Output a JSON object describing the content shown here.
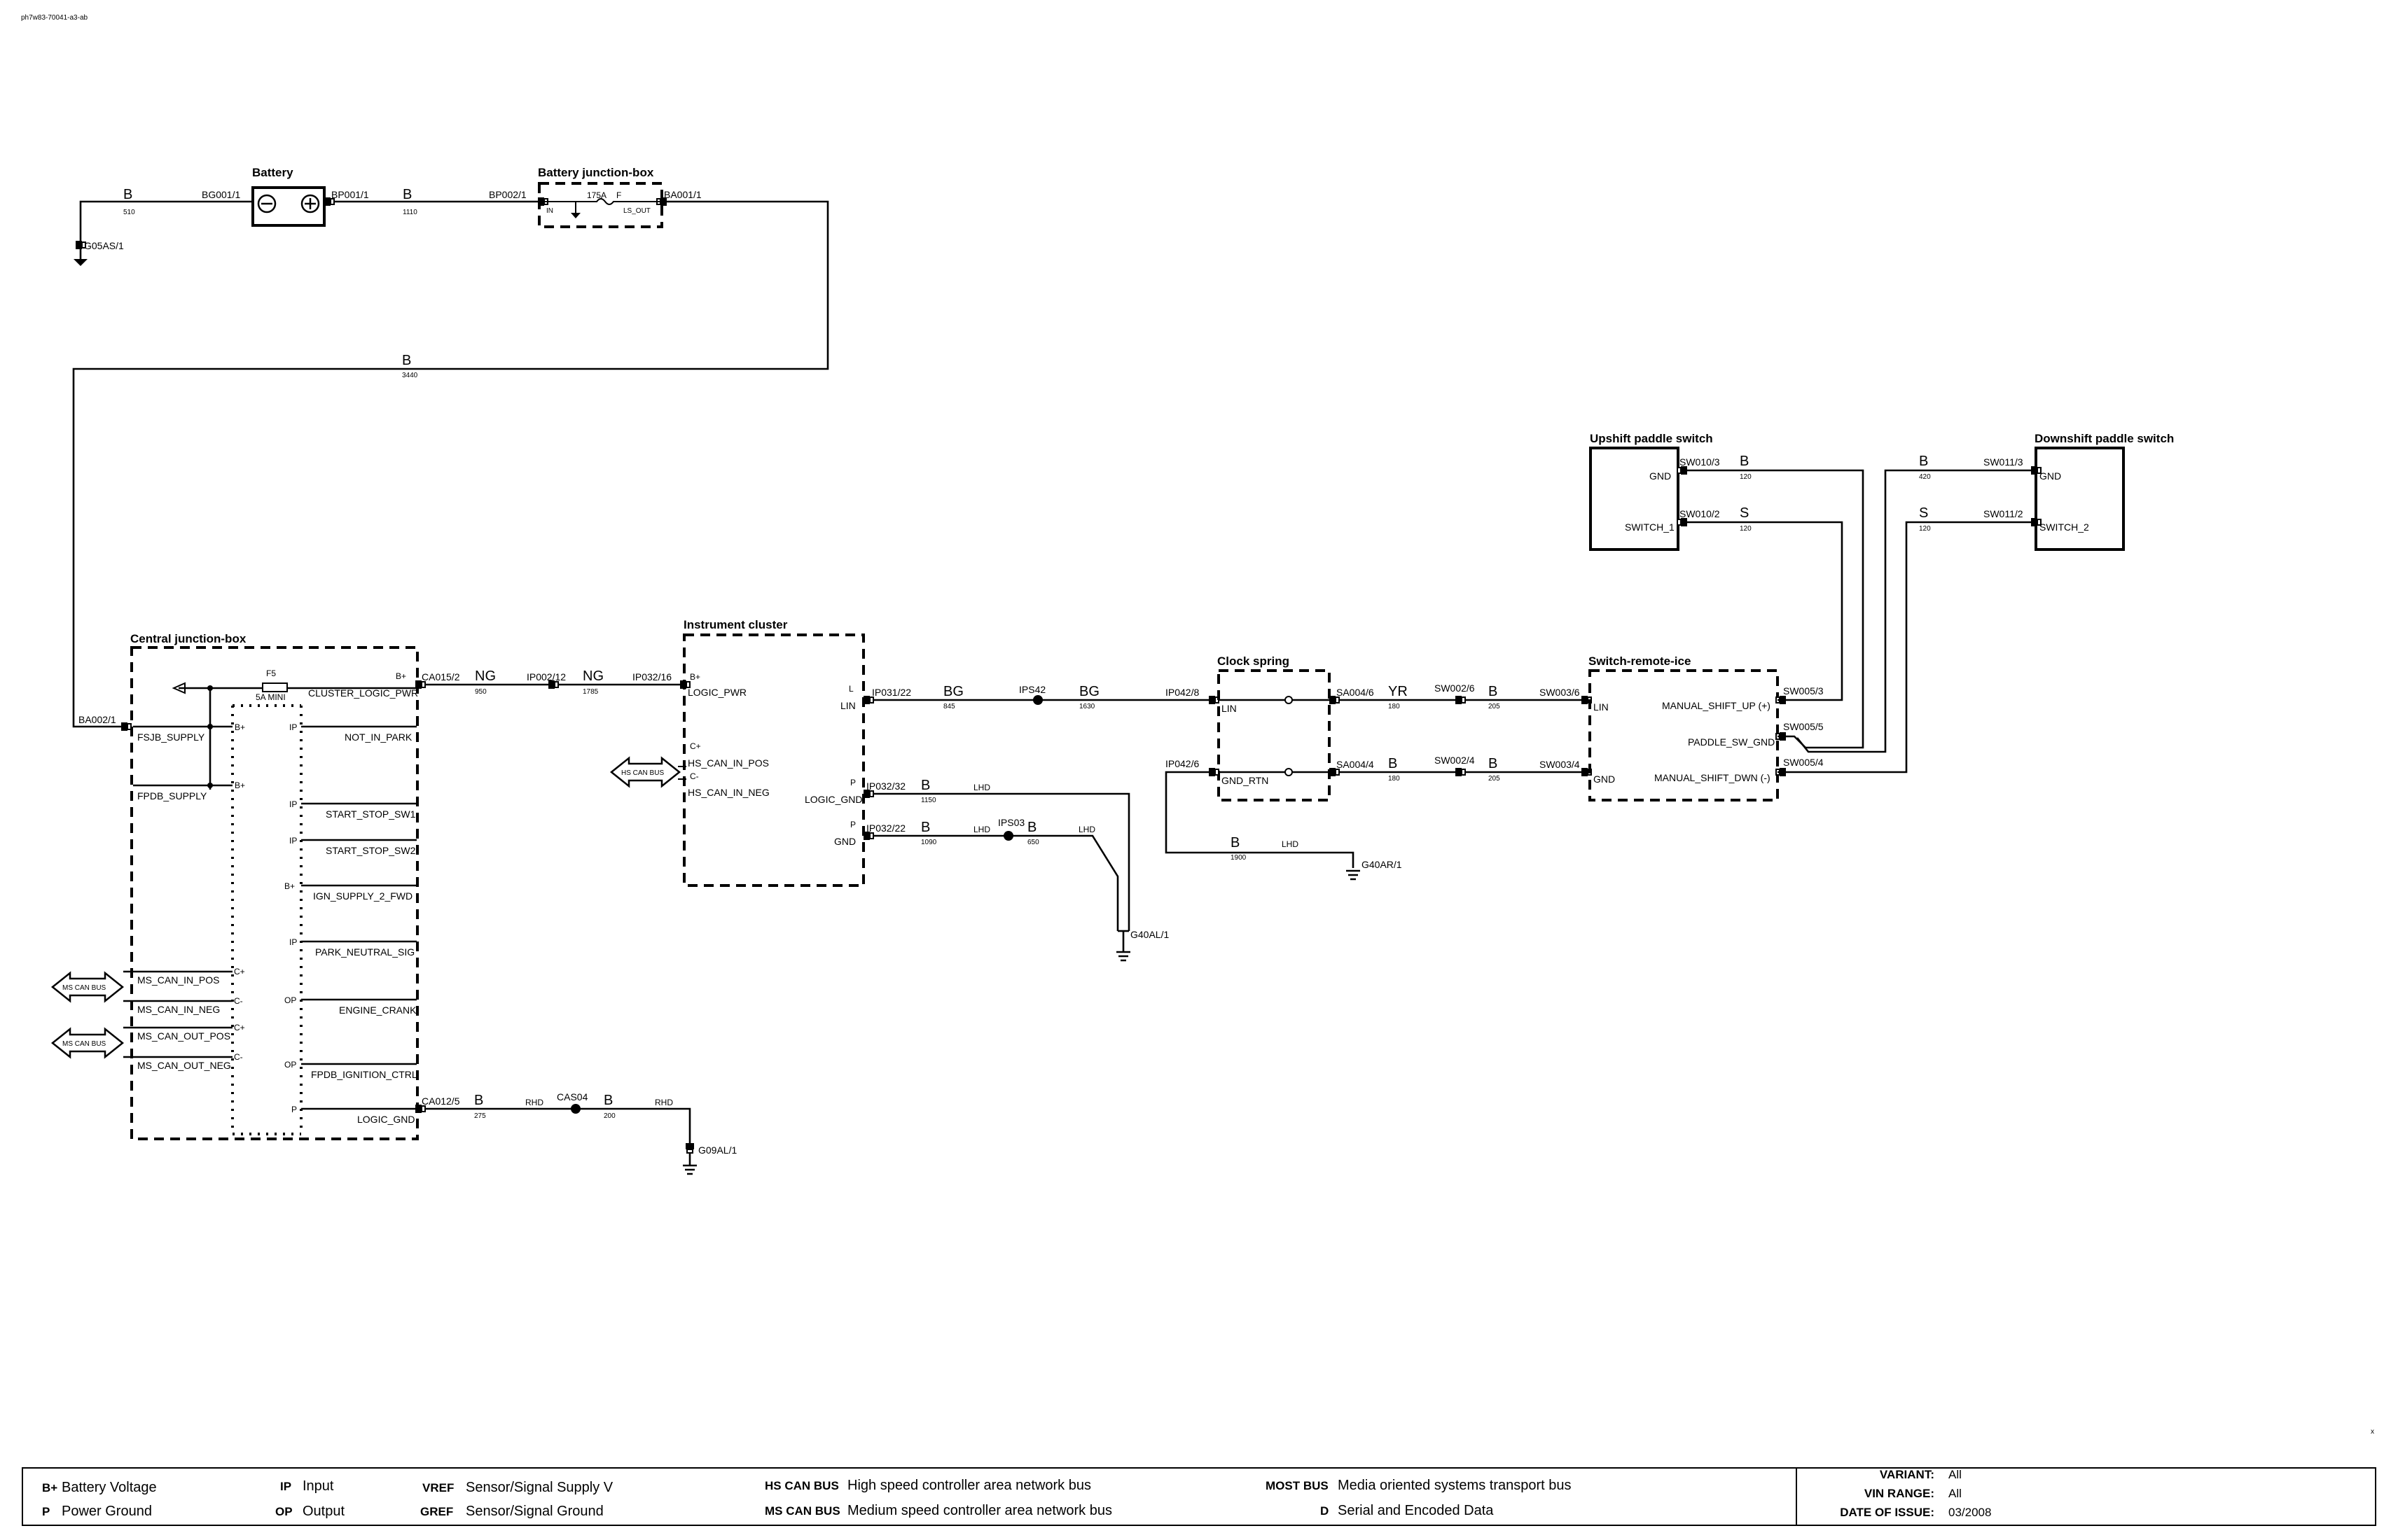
{
  "sheet_id": "ph7w83-70041-a3-ab",
  "corner_mark": "x",
  "components": {
    "battery": "Battery",
    "battery_jb": "Battery junction-box",
    "central_jb": "Central junction-box",
    "instrument_cluster": "Instrument cluster",
    "clock_spring": "Clock spring",
    "switch_remote_ice": "Switch-remote-ice",
    "upshift": "Upshift paddle switch",
    "downshift": "Downshift paddle switch"
  },
  "battery_jb": {
    "fuse_rating": "175A",
    "fuse_type": "F",
    "in_pin": "IN",
    "out_pin": "LS_OUT"
  },
  "central_jb": {
    "fuse_name": "F5",
    "fuse_rating": "5A MINI",
    "pins": {
      "cluster_logic_pwr": "CLUSTER_LOGIC_PWR",
      "fsjb_supply": "FSJB_SUPPLY",
      "not_in_park": "NOT_IN_PARK",
      "fpdb_supply": "FPDB_SUPPLY",
      "start_stop_sw1": "START_STOP_SW1",
      "start_stop_sw2": "START_STOP_SW2",
      "ign_supply": "IGN_SUPPLY_2_FWD",
      "park_neutral": "PARK_NEUTRAL_SIG",
      "ms_can_in_pos": "MS_CAN_IN_POS",
      "ms_can_in_neg": "MS_CAN_IN_NEG",
      "engine_crank": "ENGINE_CRANK",
      "ms_can_out_pos": "MS_CAN_OUT_POS",
      "ms_can_out_neg": "MS_CAN_OUT_NEG",
      "fpdb_ign_ctrl": "FPDB_IGNITION_CTRL",
      "logic_gnd": "LOGIC_GND"
    },
    "types": {
      "bplus": "B+",
      "ip": "IP",
      "op": "OP",
      "cplus": "C+",
      "cminus": "C-",
      "p": "P"
    }
  },
  "cluster": {
    "pins": {
      "logic_pwr": "LOGIC_PWR",
      "hs_pos": "HS_CAN_IN_POS",
      "hs_neg": "HS_CAN_IN_NEG",
      "lin": "LIN",
      "logic_gnd": "LOGIC_GND",
      "gnd": "GND"
    },
    "types": {
      "bplus": "B+",
      "cplus": "C+",
      "cminus": "C-",
      "l": "L",
      "p": "P"
    }
  },
  "clock_spring": {
    "lin": "LIN",
    "gnd_rtn": "GND_RTN"
  },
  "sri": {
    "lin": "LIN",
    "gnd": "GND",
    "up": "MANUAL_SHIFT_UP (+)",
    "paddle_gnd": "PADDLE_SW_GND",
    "down": "MANUAL_SHIFT_DWN (-)"
  },
  "paddles": {
    "gnd": "GND",
    "switch1": "SWITCH_1",
    "switch2": "SWITCH_2"
  },
  "buses": {
    "ms": "MS CAN BUS",
    "hs": "HS CAN BUS"
  },
  "connectors": {
    "bg001_1": "BG001/1",
    "bp001_1": "BP001/1",
    "bp002_1": "BP002/1",
    "ba001_1": "BA001/1",
    "g05as_1": "G05AS/1",
    "ba002_1": "BA002/1",
    "ca015_2": "CA015/2",
    "ip002_12": "IP002/12",
    "ip032_16": "IP032/16",
    "ip031_22": "IP031/22",
    "ips42": "IPS42",
    "ip042_8": "IP042/8",
    "ip042_6": "IP042/6",
    "ip032_32": "IP032/32",
    "ip032_22": "IP032/22",
    "ips03": "IPS03",
    "g40al_1": "G40AL/1",
    "g40ar_1": "G40AR/1",
    "sa004_6": "SA004/6",
    "sw002_6": "SW002/6",
    "sw003_6": "SW003/6",
    "sa004_4": "SA004/4",
    "sw002_4": "SW002/4",
    "sw003_4": "SW003/4",
    "sw005_3": "SW005/3",
    "sw005_5": "SW005/5",
    "sw005_4": "SW005/4",
    "sw010_3": "SW010/3",
    "sw010_2": "SW010/2",
    "sw011_3": "SW011/3",
    "sw011_2": "SW011/2",
    "ca012_5": "CA012/5",
    "cas04": "CAS04",
    "g09al_1": "G09AL/1"
  },
  "wires": {
    "w510": {
      "color": "B",
      "num": "510"
    },
    "w1110": {
      "color": "B",
      "num": "1110"
    },
    "w3440": {
      "color": "B",
      "num": "3440"
    },
    "w950": {
      "color": "NG",
      "num": "950"
    },
    "w1785": {
      "color": "NG",
      "num": "1785"
    },
    "w845": {
      "color": "BG",
      "num": "845"
    },
    "w1630": {
      "color": "BG",
      "num": "1630"
    },
    "w1150": {
      "color": "B",
      "num": "1150",
      "note": "LHD"
    },
    "w1090": {
      "color": "B",
      "num": "1090",
      "note": "LHD"
    },
    "w650": {
      "color": "B",
      "num": "650",
      "note": "LHD"
    },
    "w1900": {
      "color": "B",
      "num": "1900",
      "note": "LHD"
    },
    "w180yr": {
      "color": "YR",
      "num": "180"
    },
    "w205a": {
      "color": "B",
      "num": "205"
    },
    "w180b": {
      "color": "B",
      "num": "180"
    },
    "w205b": {
      "color": "B",
      "num": "205"
    },
    "w120a": {
      "color": "B",
      "num": "120"
    },
    "w120b": {
      "color": "S",
      "num": "120"
    },
    "w420": {
      "color": "B",
      "num": "420"
    },
    "w120c": {
      "color": "S",
      "num": "120"
    },
    "w275": {
      "color": "B",
      "num": "275",
      "note": "RHD"
    },
    "w200": {
      "color": "B",
      "num": "200",
      "note": "RHD"
    }
  },
  "legend": {
    "items": [
      {
        "code": "B+",
        "text": "Battery Voltage"
      },
      {
        "code": "P",
        "text": "Power Ground"
      },
      {
        "code": "IP",
        "text": "Input"
      },
      {
        "code": "OP",
        "text": "Output"
      },
      {
        "code": "VREF",
        "text": "Sensor/Signal Supply V"
      },
      {
        "code": "GREF",
        "text": "Sensor/Signal Ground"
      },
      {
        "code": "HS CAN BUS",
        "text": "High speed controller area network bus"
      },
      {
        "code": "MS CAN BUS",
        "text": "Medium speed controller area network bus"
      },
      {
        "code": "MOST BUS",
        "text": "Media oriented systems transport bus"
      },
      {
        "code": "D",
        "text": "Serial and Encoded Data"
      }
    ],
    "variant_label": "VARIANT:",
    "variant": "All",
    "vin_label": "VIN RANGE:",
    "vin": "All",
    "date_label": "DATE OF ISSUE:",
    "date": "03/2008"
  }
}
